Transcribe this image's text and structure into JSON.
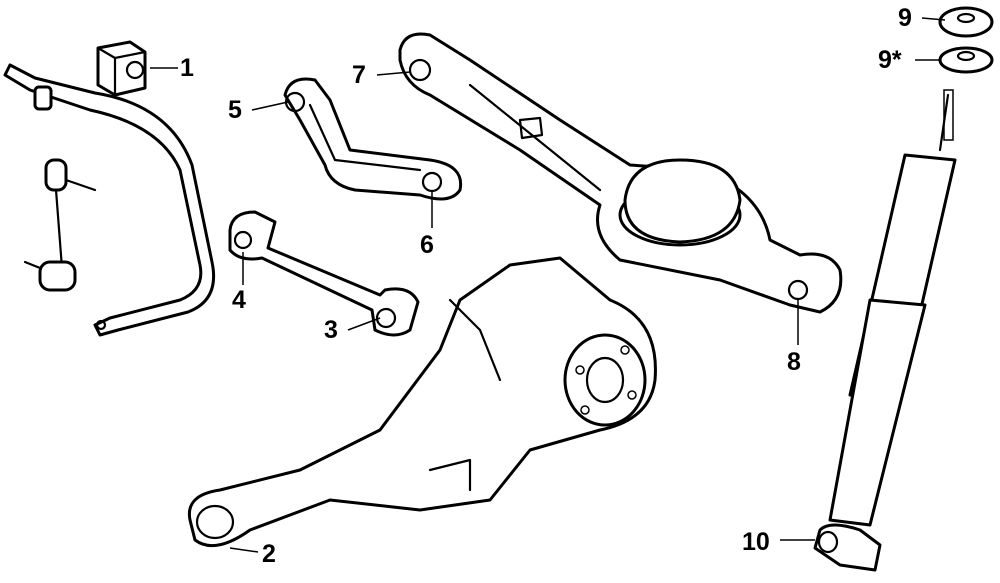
{
  "diagram": {
    "title": "Rear suspension parts",
    "callouts": [
      {
        "id": "1",
        "label": "1"
      },
      {
        "id": "2",
        "label": "2"
      },
      {
        "id": "3",
        "label": "3"
      },
      {
        "id": "4",
        "label": "4"
      },
      {
        "id": "5",
        "label": "5"
      },
      {
        "id": "6",
        "label": "6"
      },
      {
        "id": "7",
        "label": "7"
      },
      {
        "id": "8",
        "label": "8"
      },
      {
        "id": "9",
        "label": "9"
      },
      {
        "id": "9s",
        "label": "9*"
      },
      {
        "id": "10",
        "label": "10"
      }
    ],
    "colors": {
      "line": "#000000",
      "background": "#ffffff"
    }
  }
}
